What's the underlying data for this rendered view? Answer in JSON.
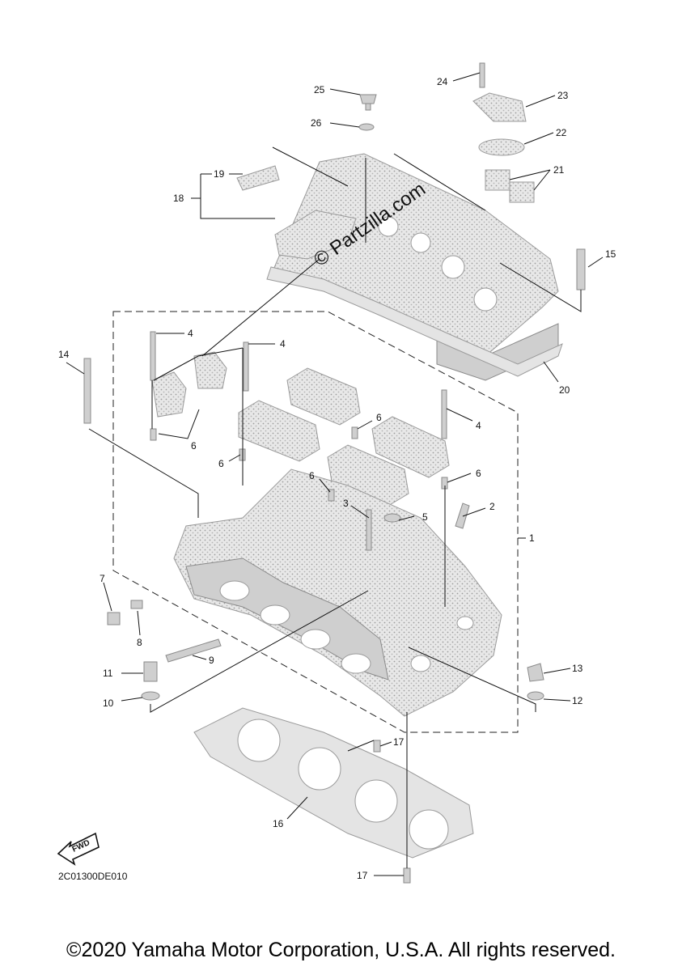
{
  "diagram": {
    "callouts": [
      "25",
      "26",
      "24",
      "23",
      "22",
      "21",
      "19",
      "18",
      "15",
      "20",
      "14",
      "4",
      "4",
      "4",
      "6",
      "6",
      "6",
      "6",
      "6",
      "3",
      "5",
      "2",
      "1",
      "7",
      "8",
      "9",
      "11",
      "10",
      "13",
      "12",
      "17",
      "16",
      "17"
    ],
    "watermark": "© Partzilla.com",
    "fwd_label": "FWD",
    "catalog_code": "2C01300DE010"
  },
  "footer": {
    "copyright": "©2020 Yamaha Motor Corporation, U.S.A. All rights reserved."
  }
}
